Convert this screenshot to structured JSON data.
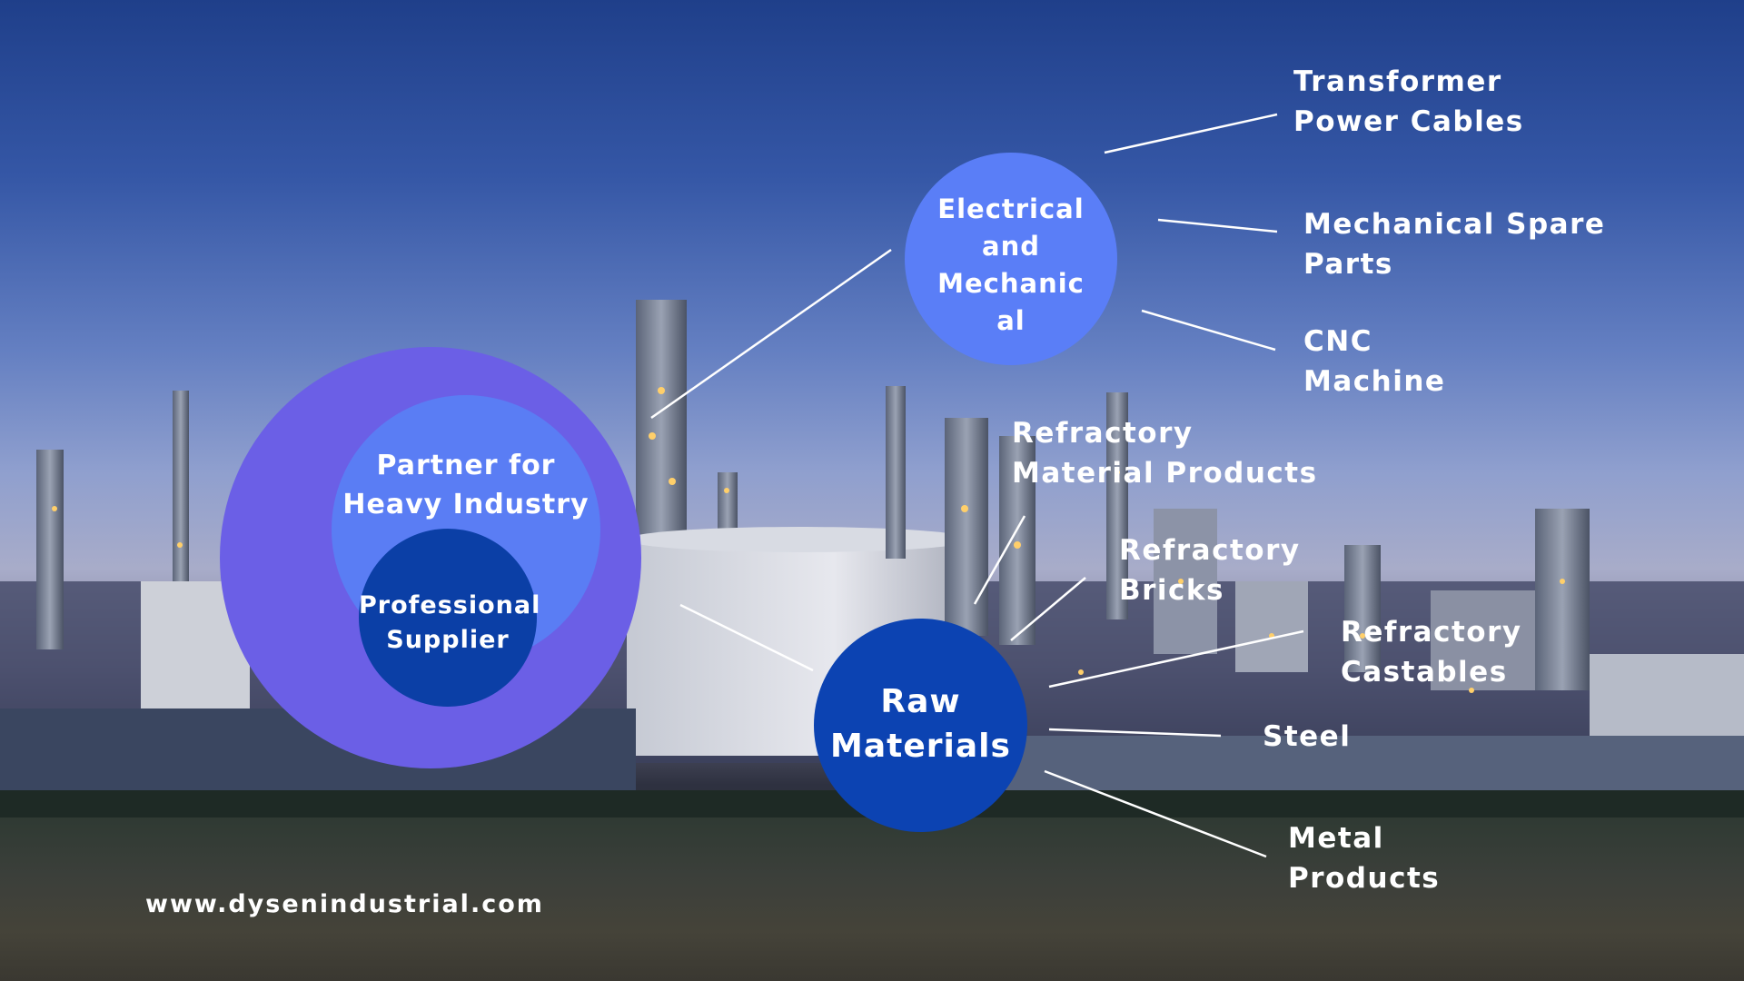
{
  "website": "www.dysenindustrial.com",
  "colors": {
    "outer_ring": "#6b5fe6",
    "partner_circle": "#5a7df4",
    "supplier_circle": "#0b3fa6",
    "electrical_circle": "#5a7ef7",
    "raw_circle": "#0c43b2",
    "text": "#ffffff",
    "connector": "#ffffff"
  },
  "hub": {
    "partner_lines": [
      "Partner for",
      "Heavy Industry"
    ],
    "supplier_lines": [
      "Professional",
      "Supplier"
    ]
  },
  "electrical": {
    "lines": [
      "Electrical",
      "and",
      "Mechanic",
      "al"
    ],
    "items": [
      {
        "lines": [
          "Transformer",
          "Power Cables"
        ]
      },
      {
        "lines": [
          "Mechanical Spare",
          "Parts"
        ]
      },
      {
        "lines": [
          "CNC",
          "Machine"
        ]
      }
    ]
  },
  "raw": {
    "lines": [
      "Raw",
      "Materials"
    ],
    "items": [
      {
        "lines": [
          "Refractory",
          "Material Products"
        ]
      },
      {
        "lines": [
          "Refractory",
          "Bricks"
        ]
      },
      {
        "lines": [
          "Refractory",
          "Castables"
        ]
      },
      {
        "lines": [
          "Steel"
        ]
      },
      {
        "lines": [
          "Metal",
          "Products"
        ]
      }
    ]
  }
}
